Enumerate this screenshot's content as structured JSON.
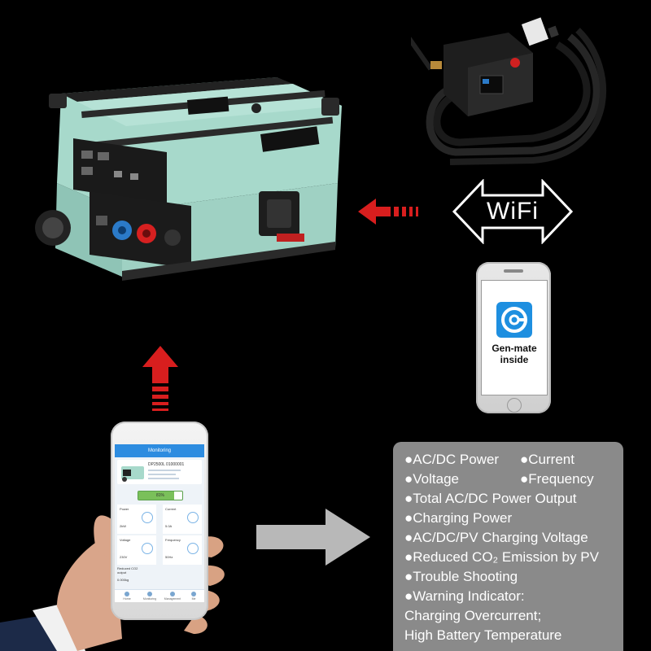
{
  "wifi": {
    "label": "WiFi"
  },
  "phone_right": {
    "line1": "Gen-mate",
    "line2": "inside"
  },
  "app": {
    "header": "Monitoring",
    "device_name": "DP2500L 01000001",
    "battery_value": "81%",
    "metrics": [
      {
        "label": "Power",
        "value": "2kW"
      },
      {
        "label": "Current",
        "value": "5.0A"
      },
      {
        "label": "Voltage",
        "value": "230V"
      },
      {
        "label": "Frequency",
        "value": "50Hz"
      }
    ],
    "co2_label_1": "Reduced CO2",
    "co2_label_2": "output",
    "co2_value": "0.000kg",
    "nav": [
      "Home",
      "Monitoring",
      "Management",
      "Me"
    ]
  },
  "features": {
    "items": [
      [
        "●AC/DC Power",
        "●Current"
      ],
      [
        "●Voltage",
        "●Frequency"
      ],
      [
        "●Total AC/DC Power Output"
      ],
      [
        "●Charging Power"
      ],
      [
        "●AC/DC/PV Charging Voltage"
      ],
      [
        "●Reduced CO₂ Emission by PV"
      ],
      [
        "●Trouble Shooting"
      ],
      [
        "●Warning Indicator:"
      ],
      [
        "Charging Overcurrent;"
      ],
      [
        "High Battery Temperature"
      ]
    ]
  },
  "colors": {
    "background": "#000000",
    "accent_red": "#d81e1e",
    "generator_body": "#a8d8cc",
    "panel_gray": "#8a8a8a",
    "app_blue": "#2d8ce0"
  }
}
